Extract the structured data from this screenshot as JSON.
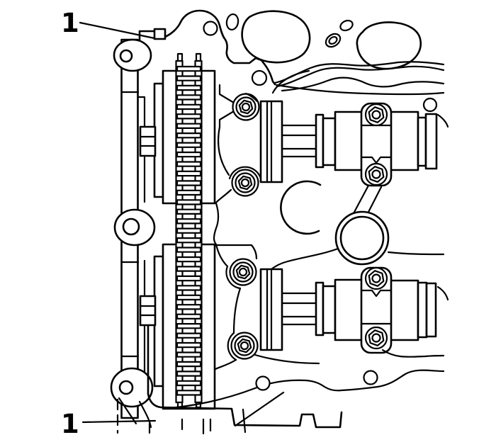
{
  "figure": {
    "type": "technical-line-diagram",
    "subject": "engine-cylinder-head-timing-chain-and-camshafts",
    "background_color": "#ffffff",
    "line_color": "#000000",
    "callouts": [
      {
        "label": "1",
        "position": "top-left"
      },
      {
        "label": "1",
        "position": "bottom-left"
      }
    ]
  }
}
